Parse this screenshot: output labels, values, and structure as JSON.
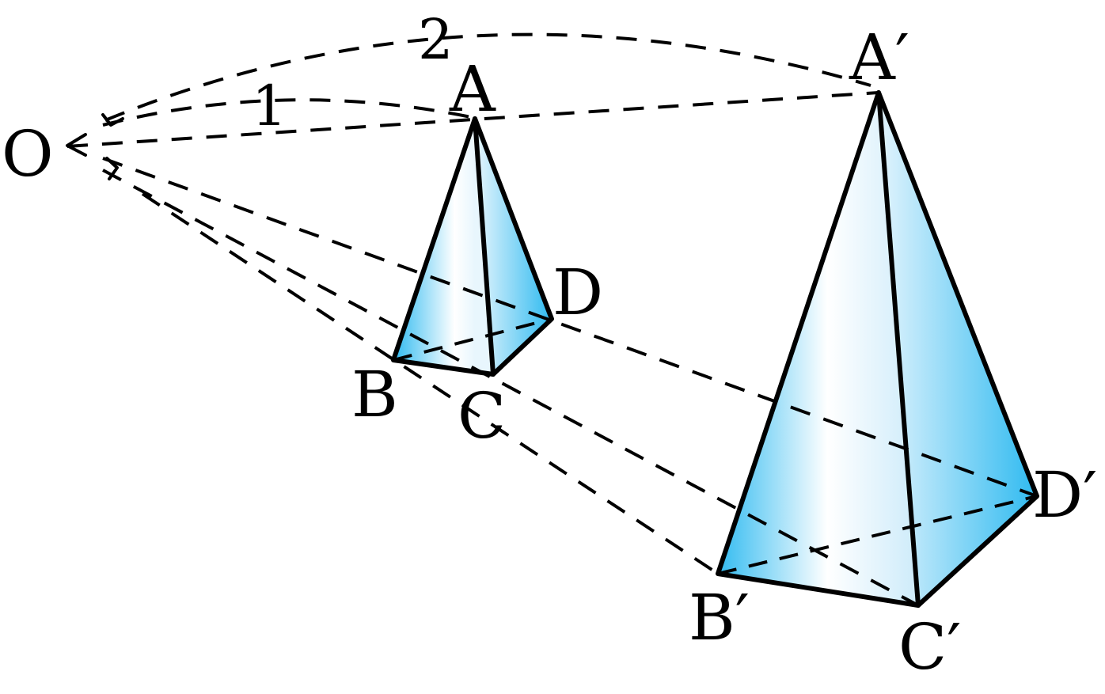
{
  "labels": {
    "center": "O",
    "ratio_small": "1",
    "ratio_large": "2",
    "small": {
      "apex": "A",
      "b": "B",
      "c": "C",
      "d": "D"
    },
    "large": {
      "apex": "A′",
      "b": "B′",
      "c": "C′",
      "d": "D′"
    }
  },
  "colors": {
    "stroke": "#000000",
    "fill_light": "#ffffff",
    "fill_dark": "#2fbaf0"
  }
}
